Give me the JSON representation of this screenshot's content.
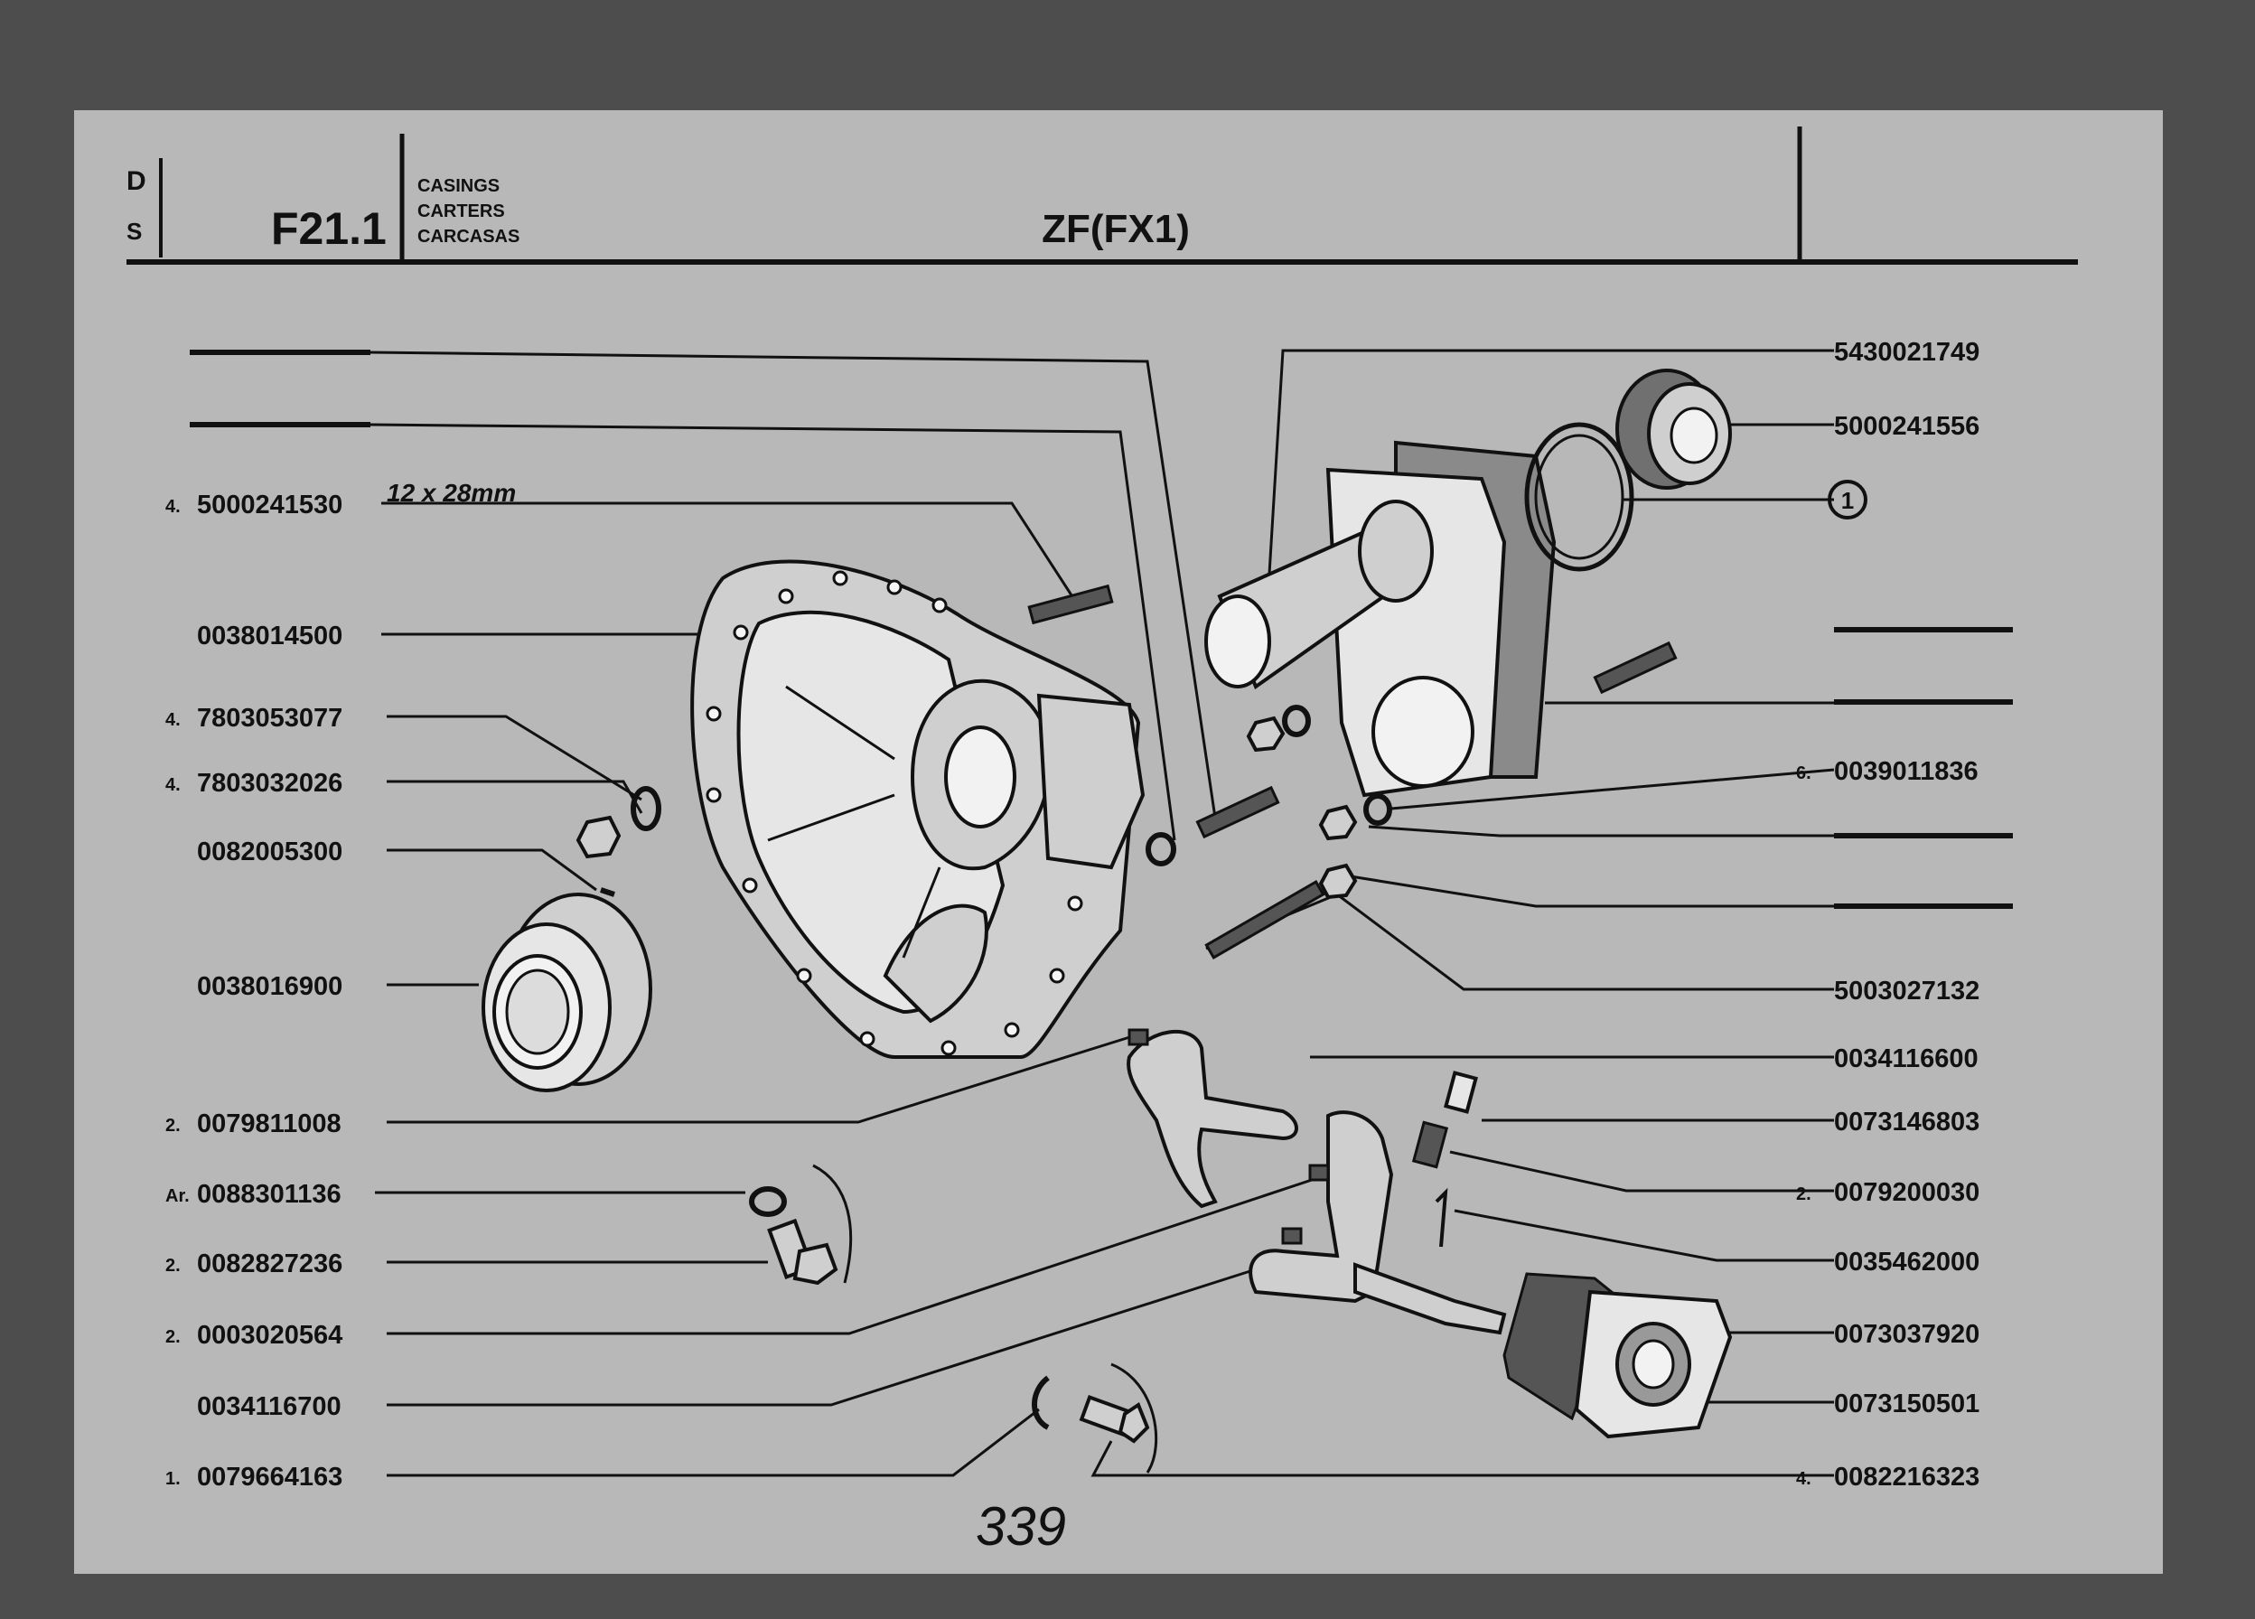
{
  "header": {
    "col1_line1": "D",
    "col1_line2": "S",
    "section_code": "F21.1",
    "category_lines": [
      "CASINGS",
      "CARTERS",
      "CARCASAS"
    ],
    "model": "ZF(FX1)"
  },
  "dimension_note": "12 x 28mm",
  "callout_circle": "1",
  "page_number": "339",
  "left_labels": [
    {
      "qty": "4.",
      "part": "5000241530"
    },
    {
      "qty": "",
      "part": "0038014500"
    },
    {
      "qty": "4.",
      "part": "7803053077"
    },
    {
      "qty": "4.",
      "part": "7803032026"
    },
    {
      "qty": "",
      "part": "0082005300"
    },
    {
      "qty": "",
      "part": "0038016900"
    },
    {
      "qty": "2.",
      "part": "0079811008"
    },
    {
      "qty": "Ar.",
      "part": "0088301136"
    },
    {
      "qty": "2.",
      "part": "0082827236"
    },
    {
      "qty": "2.",
      "part": "0003020564"
    },
    {
      "qty": "",
      "part": "0034116700"
    },
    {
      "qty": "1.",
      "part": "0079664163"
    }
  ],
  "right_labels": [
    {
      "qty": "",
      "part": "5430021749"
    },
    {
      "qty": "",
      "part": "5000241556"
    },
    {
      "qty": "6.",
      "part": "0039011836"
    },
    {
      "qty": "",
      "part": "5003027132"
    },
    {
      "qty": "",
      "part": "0034116600"
    },
    {
      "qty": "",
      "part": "0073146803"
    },
    {
      "qty": "2.",
      "part": "0079200030"
    },
    {
      "qty": "",
      "part": "0035462000"
    },
    {
      "qty": "",
      "part": "0073037920"
    },
    {
      "qty": "",
      "part": "0073150501"
    },
    {
      "qty": "4.",
      "part": "0082216323"
    }
  ]
}
